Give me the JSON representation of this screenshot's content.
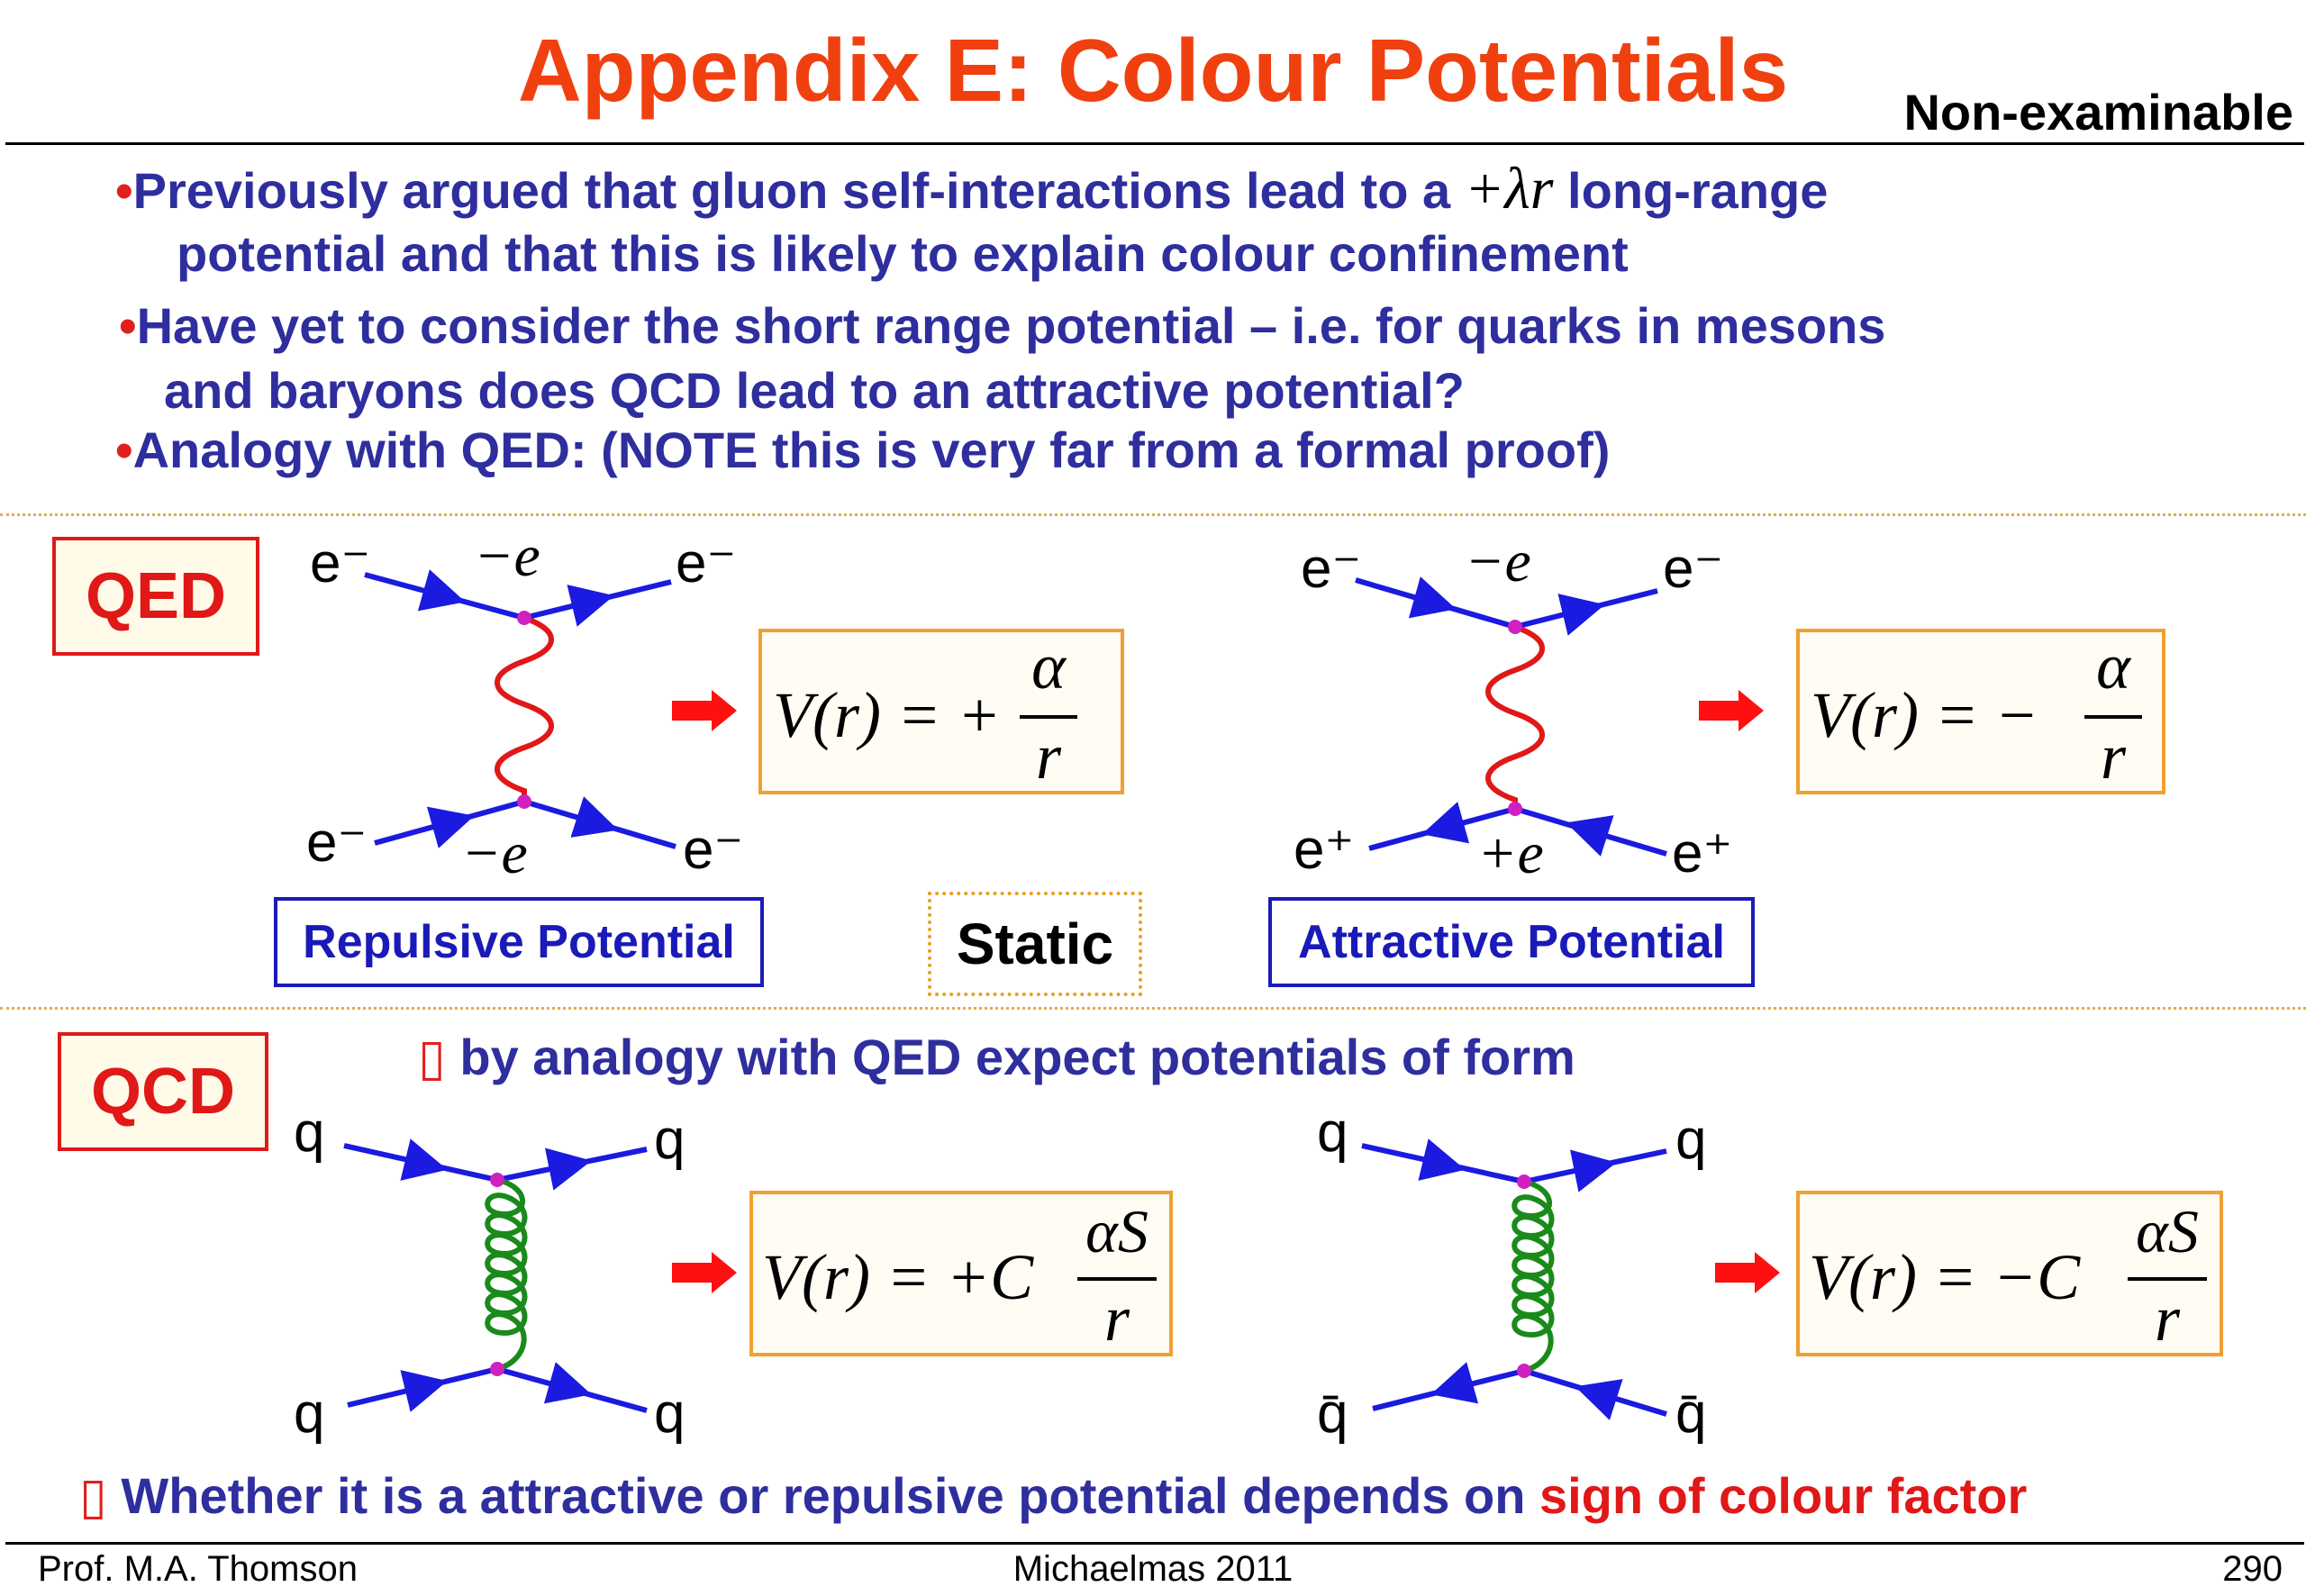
{
  "header": {
    "title": "Appendix E: Colour Potentials",
    "tag": "Non-examinable"
  },
  "bullets": [
    {
      "pre": "Previously argued that gluon self-interactions lead to a ",
      "math": "+λr",
      "post": " long-range",
      "line2": "potential and that this is likely to explain colour confinement"
    },
    {
      "line1": "Have yet to consider the short range potential – i.e. for quarks in mesons",
      "line2": "and baryons does QCD lead to an attractive potential?"
    },
    {
      "line1": "Analogy with QED:    (NOTE this is very far from a formal proof)"
    }
  ],
  "qed": {
    "tag": "QED",
    "left": {
      "top_left": "e⁻",
      "top_right": "e⁻",
      "bot_left": "e⁻",
      "bot_right": "e⁻",
      "top_charge": "−e",
      "bot_charge": "−e",
      "label": "Repulsive Potential",
      "eq_lhs": "V(r) = +",
      "eq_num": "α",
      "eq_den": "r"
    },
    "static": "Static",
    "right": {
      "top_left": "e⁻",
      "top_right": "e⁻",
      "bot_left": "e⁺",
      "bot_right": "e⁺",
      "top_charge": "−e",
      "bot_charge": "+e",
      "label": "Attractive Potential",
      "eq_lhs": "V(r) = −",
      "eq_num": "α",
      "eq_den": "r"
    }
  },
  "qcd": {
    "tag": "QCD",
    "intro": "by analogy with QED expect potentials of form",
    "left": {
      "top_left": "q",
      "top_right": "q",
      "bot_left": "q",
      "bot_right": "q",
      "eq_lhs": "V(r) = +C",
      "eq_num": "αS",
      "eq_den": "r"
    },
    "right": {
      "top_left": "q",
      "top_right": "q",
      "bot_left": "q̄",
      "bot_right": "q̄",
      "eq_lhs": "V(r) = −C",
      "eq_num": "αS",
      "eq_den": "r"
    },
    "conclusion_pre": "Whether it is a attractive or repulsive potential depends on ",
    "conclusion_red": "sign of colour factor"
  },
  "footer": {
    "author": "Prof. M.A. Thomson",
    "term": "Michaelmas 2011",
    "page": "290"
  },
  "colors": {
    "title": "#f04010",
    "text": "#2e2e9e",
    "fermion": "#1a1ae0",
    "photon": "#e01818",
    "gluon": "#1a8a1a",
    "vertex": "#d020c0",
    "arrow": "#ff1010"
  }
}
